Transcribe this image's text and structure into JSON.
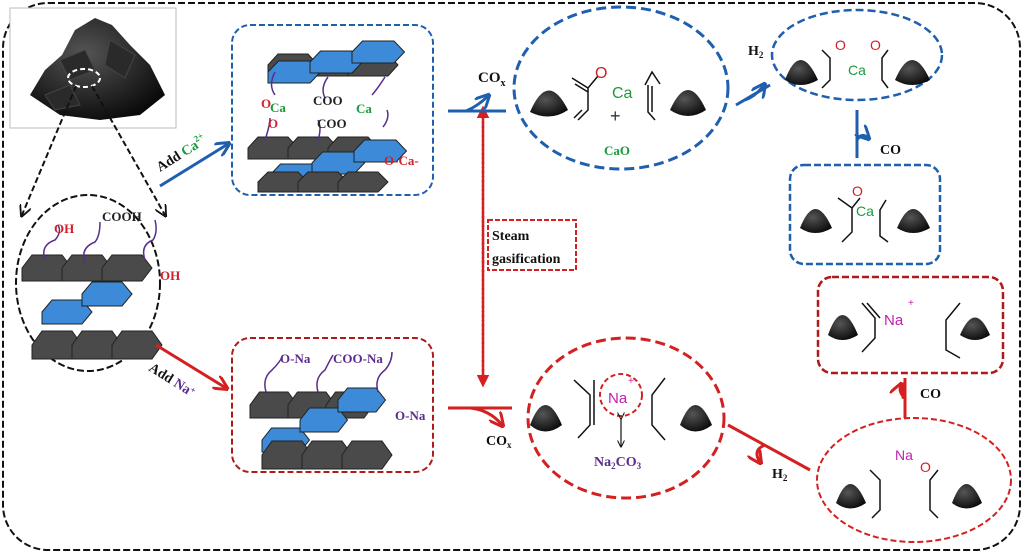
{
  "colors": {
    "blue": "#1f5fae",
    "red": "#d42020",
    "green": "#1a9a3c",
    "oxygen": "#d0202a",
    "purple": "#5a2d8c",
    "magenta": "#c020b0",
    "hex_dark": "#4a4a4a",
    "hex_blue": "#3c8ad8"
  },
  "raw_coal": {
    "groups": {
      "oh1": "OH",
      "cooh": "COOH",
      "oh2": "OH"
    }
  },
  "ca_branch": {
    "add_label": "Add",
    "ion": "Ca",
    "charge": "2+",
    "structure": {
      "o1": "O",
      "ca1": "Ca",
      "o2": "O",
      "coo1": "COO",
      "ca2": "Ca",
      "coo2": "COO",
      "oca": "O-Ca-"
    },
    "step1": {
      "gas": "CO",
      "gas_sub": "x",
      "o": "O",
      "ca": "Ca",
      "plus": "+",
      "product": "CaO"
    },
    "step2": {
      "gas": "H",
      "gas_sub": "2",
      "o1": "O",
      "ca": "Ca",
      "o2": "O"
    },
    "step3": {
      "gas": "CO",
      "o": "O",
      "ca": "Ca"
    }
  },
  "na_branch": {
    "add_label": "Add",
    "ion": "Na",
    "charge": "+",
    "structure": {
      "ona1": "O-Na",
      "coona": "COO-Na",
      "ona2": "O-Na"
    },
    "step1": {
      "gas": "CO",
      "gas_sub": "x",
      "na": "Na",
      "charge": "+",
      "product": "Na",
      "product_sub": "2",
      "product_rest": "CO",
      "product_sub2": "3"
    },
    "step2": {
      "gas": "H",
      "gas_sub": "2",
      "na": "Na",
      "o": "O"
    },
    "step3": {
      "gas": "CO",
      "na": "Na",
      "charge": "+"
    }
  },
  "steam": {
    "line1": "Steam",
    "line2": "gasification"
  }
}
